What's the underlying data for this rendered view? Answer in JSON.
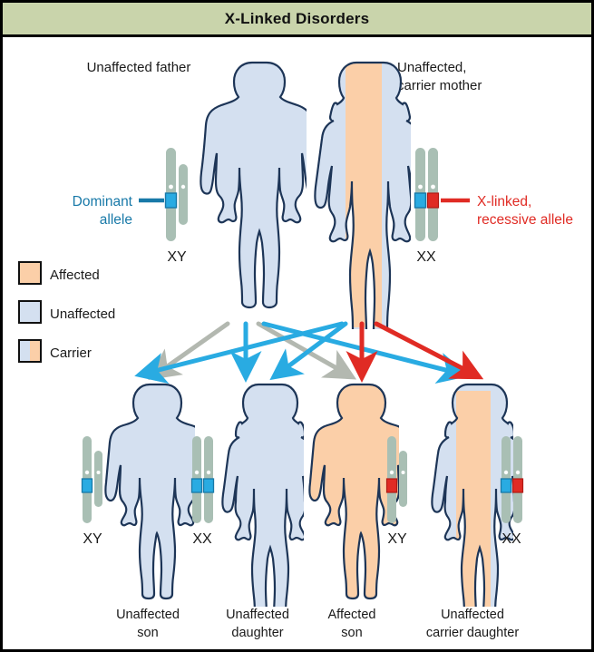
{
  "title": "X-Linked Disorders",
  "colors": {
    "title_bar": "#c9d4ab",
    "unaffected": "#d4e0f0",
    "affected": "#fbcfa8",
    "outline": "#1d3557",
    "chromosome": "#a9bfb4",
    "dominant_allele": "#29abe2",
    "recessive_allele": "#e02b24",
    "arrow_y": "#b3b8b0",
    "arrow_x_dominant": "#29abe2",
    "arrow_x_recessive": "#e02b24",
    "label_dominant": "#1879a8",
    "label_recessive": "#e02b24"
  },
  "parents": [
    {
      "id": "father",
      "label_lines": [
        "Unaffected father"
      ],
      "karyotype": "XY",
      "phenotype": "unaffected",
      "alleles": [
        "dominant"
      ]
    },
    {
      "id": "mother",
      "label_lines": [
        "Unaffected,",
        "carrier mother"
      ],
      "karyotype": "XX",
      "phenotype": "carrier",
      "alleles": [
        "dominant",
        "recessive"
      ]
    }
  ],
  "callouts": [
    {
      "id": "dominant-allele",
      "lines": [
        "Dominant",
        "allele"
      ],
      "color": "#1879a8"
    },
    {
      "id": "recessive-allele",
      "lines": [
        "X-linked,",
        "recessive allele"
      ],
      "color": "#e02b24"
    }
  ],
  "legend": {
    "items": [
      {
        "label": "Affected",
        "swatch": "affected"
      },
      {
        "label": "Unaffected",
        "swatch": "unaffected"
      },
      {
        "label": "Carrier",
        "swatch": "carrier"
      }
    ]
  },
  "children": [
    {
      "id": "unaffected-son",
      "label_lines": [
        "Unaffected",
        "son"
      ],
      "karyotype": "XY",
      "phenotype": "unaffected",
      "sex": "male",
      "alleles": [
        "dominant"
      ]
    },
    {
      "id": "unaffected-daughter",
      "label_lines": [
        "Unaffected",
        "daughter"
      ],
      "karyotype": "XX",
      "phenotype": "unaffected",
      "sex": "female",
      "alleles": [
        "dominant",
        "dominant"
      ]
    },
    {
      "id": "affected-son",
      "label_lines": [
        "Affected",
        "son"
      ],
      "karyotype": "XY",
      "phenotype": "affected",
      "sex": "male",
      "alleles": [
        "recessive"
      ]
    },
    {
      "id": "unaffected-carrier-daughter",
      "label_lines": [
        "Unaffected",
        "carrier daughter"
      ],
      "karyotype": "XX",
      "phenotype": "carrier",
      "sex": "female",
      "alleles": [
        "dominant",
        "recessive"
      ]
    }
  ]
}
